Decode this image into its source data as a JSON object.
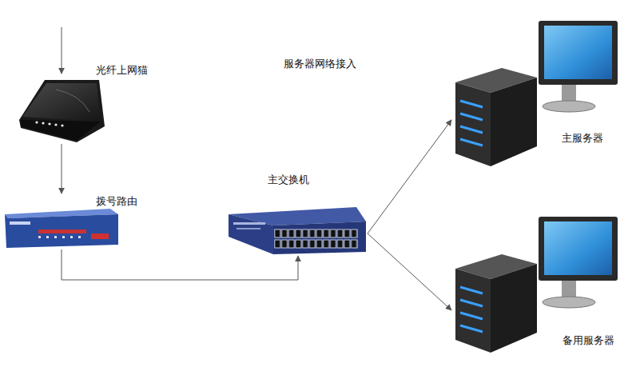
{
  "diagram": {
    "title": "服务器网络接入",
    "nodes": [
      {
        "text": [
          "光纤上网猫"
        ]
      },
      {
        "text": [
          "拨号路由"
        ]
      },
      {
        "text": [
          "主交换机"
        ]
      },
      {
        "text": [
          "主服务器"
        ]
      },
      {
        "text": [
          "备用服务器"
        ]
      }
    ],
    "edges": [
      {
        "from": 0,
        "to": 1,
        "arrow": "to"
      },
      {
        "from": 1,
        "to": 2,
        "arrow": "to"
      },
      {
        "from": 2,
        "to": 3,
        "arrow": "to"
      },
      {
        "from": 2,
        "to": 4,
        "arrow": "to"
      }
    ]
  }
}
